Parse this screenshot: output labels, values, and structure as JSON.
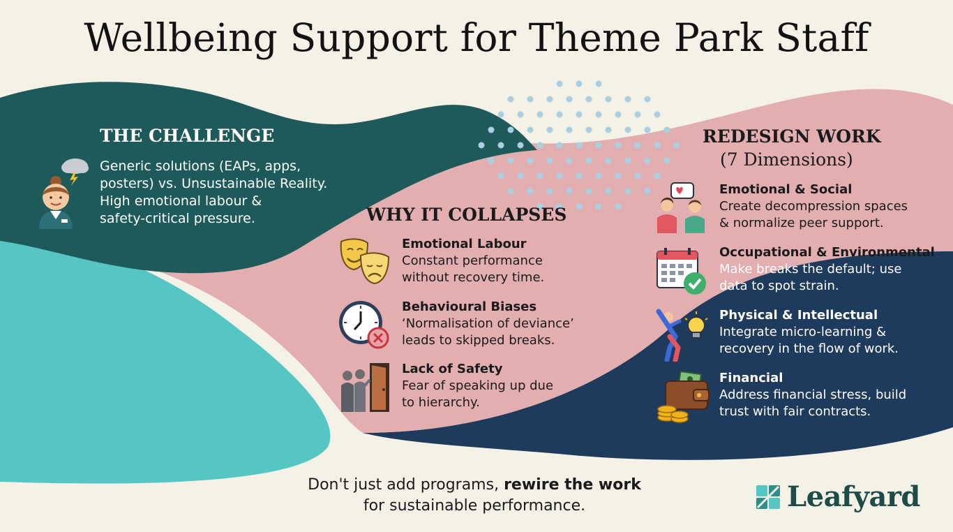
{
  "title": "Wellbeing Support for Theme Park Staff",
  "challenge": {
    "heading": "THE CHALLENGE",
    "lines": [
      "Generic solutions (EAPs, apps,",
      "posters) vs. Unsustainable Reality.",
      "High emotional labour &",
      "safety-critical pressure."
    ]
  },
  "collapse": {
    "heading": "WHY IT COLLAPSES",
    "items": [
      {
        "title": "Emotional Labour",
        "lines": [
          "Constant performance",
          "without recovery time."
        ],
        "icon": "theatre-masks-icon"
      },
      {
        "title": "Behavioural Biases",
        "lines": [
          "‘Normalisation of deviance’",
          "leads to skipped breaks."
        ],
        "icon": "clock-cancel-icon"
      },
      {
        "title": "Lack of Safety",
        "lines": [
          "Fear of speaking up due",
          "to hierarchy."
        ],
        "icon": "people-door-icon"
      }
    ]
  },
  "redesign": {
    "heading_line1": "REDESIGN WORK",
    "heading_line2": "(7 Dimensions)",
    "items": [
      {
        "title": "Emotional & Social",
        "lines": [
          "Create decompression spaces",
          "& normalize peer support."
        ],
        "icon": "peer-chat-icon"
      },
      {
        "title": "Occupational & Environmental",
        "lines": [
          "Make breaks the default; use",
          "data to spot strain."
        ],
        "icon": "calendar-check-icon"
      },
      {
        "title": "Physical & Intellectual",
        "lines": [
          "Integrate micro-learning &",
          "recovery in the flow of work."
        ],
        "icon": "stretch-lightbulb-icon"
      },
      {
        "title": "Financial",
        "lines": [
          "Address financial stress, build",
          "trust with fair contracts."
        ],
        "icon": "wallet-coins-icon"
      }
    ]
  },
  "footer": {
    "line1_plain": "Don't just add programs, ",
    "line1_bold": "rewire the work",
    "line2": "for sustainable performance."
  },
  "brand": {
    "name": "Leafyard",
    "icon": "leaf-logo-icon"
  },
  "colors": {
    "background": "#f4f1e6",
    "teal_dark": "#1f5a5a",
    "pink": "#e3aeb0",
    "navy": "#1e3a5c",
    "aqua": "#56c6c4",
    "dots": "#a9cfe3"
  }
}
